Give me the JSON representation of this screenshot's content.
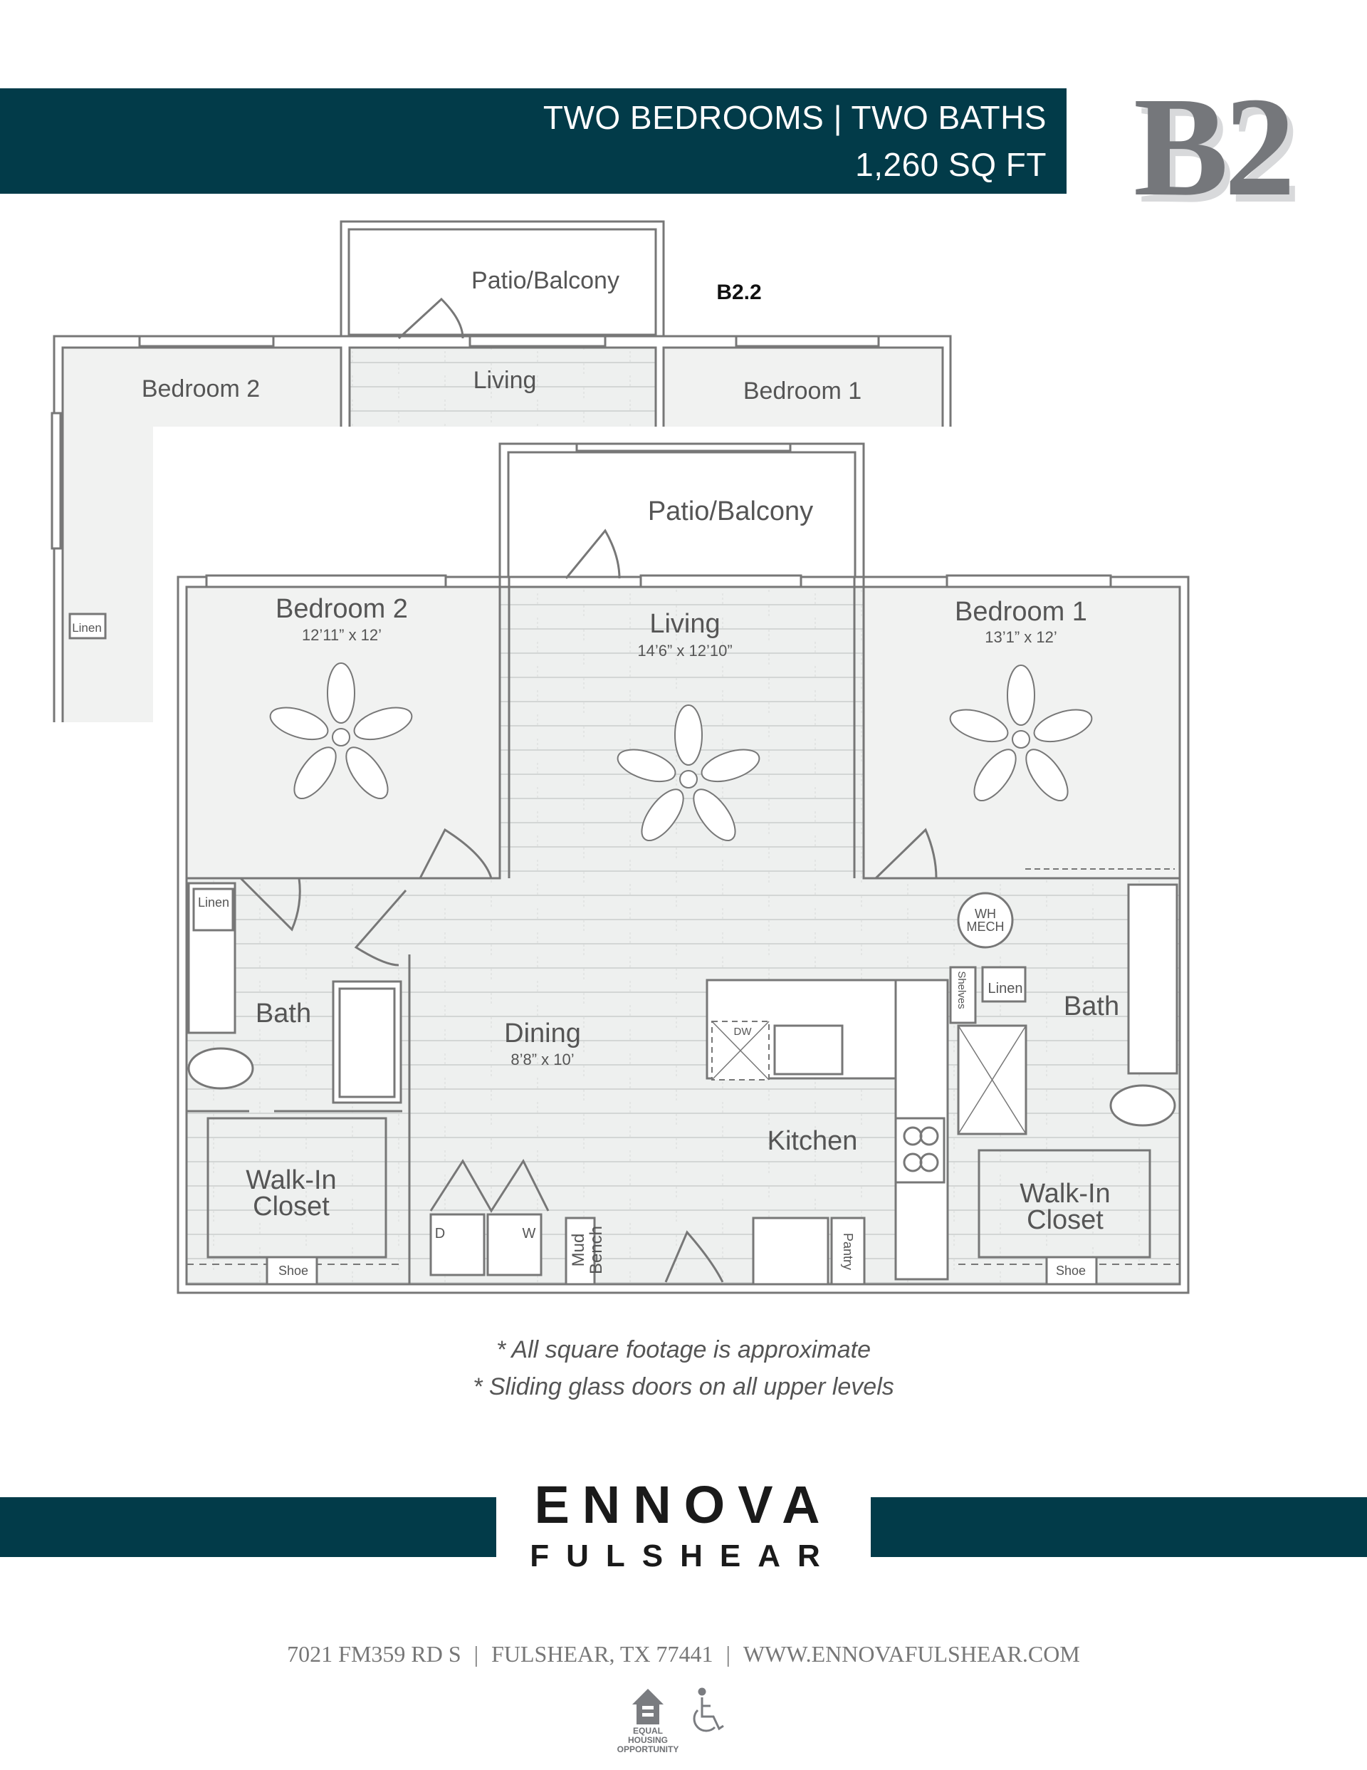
{
  "header": {
    "line1": "TWO BEDROOMS | TWO BATHS",
    "line2": "1,260 SQ FT",
    "plan_code": "B2",
    "color": "#023b49"
  },
  "secondary_plan": {
    "variant": "B2.2",
    "rooms": {
      "patio": "Patio/Balcony",
      "bedroom2": "Bedroom 2",
      "living": "Living",
      "bedroom1": "Bedroom 1",
      "linen": "Linen"
    }
  },
  "main_plan": {
    "patio": "Patio/Balcony",
    "bedroom2": {
      "name": "Bedroom 2",
      "size": "12’11” x 12’"
    },
    "living": {
      "name": "Living",
      "size": "14’6” x 12’10”"
    },
    "bedroom1": {
      "name": "Bedroom 1",
      "size": "13’1” x 12’"
    },
    "dining": {
      "name": "Dining",
      "size": "8’8” x 10’"
    },
    "kitchen": "Kitchen",
    "bath_left": "Bath",
    "bath_right": "Bath",
    "closet_left": [
      "Walk-In",
      "Closet"
    ],
    "closet_right": [
      "Walk-In",
      "Closet"
    ],
    "shoe_left": "Shoe",
    "shoe_right": "Shoe",
    "linen_left": "Linen",
    "linen_right": "Linen",
    "wh_mech": [
      "WH",
      "MECH"
    ],
    "shelves": "Shelves",
    "dw": "DW",
    "dryer": "D",
    "washer": "W",
    "mud_bench": [
      "Mud",
      "Bench"
    ],
    "pantry": "Pantry"
  },
  "notes": [
    "* All square footage is approximate",
    "* Sliding glass doors on all upper levels"
  ],
  "footer": {
    "brand": "ENNOVA",
    "sub": "FULSHEAR",
    "address": "7021 FM359 RD S",
    "city": "FULSHEAR, TX 77441",
    "website": "WWW.ENNOVAFULSHEAR.COM",
    "icons": [
      "equal-housing-icon",
      "accessibility-icon"
    ],
    "equal_housing_text": "EQUAL HOUSING OPPORTUNITY"
  }
}
